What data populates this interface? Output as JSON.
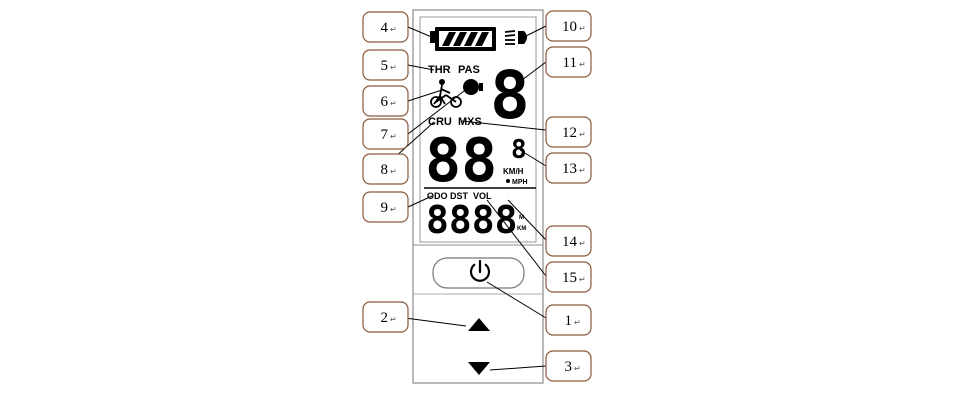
{
  "lcd": {
    "mode_left": "THR",
    "mode_right": "PAS",
    "assist_level": "8",
    "cruise": "CRU",
    "max_speed": "MXS",
    "speed": "88",
    "speed_small": "8",
    "unit_kmh": "KM/H",
    "unit_mph": "MPH",
    "odo": "ODO",
    "dst": "DST",
    "vol": "VOL",
    "distance": "8888",
    "unit_m": "M",
    "unit_km": "KM"
  },
  "callouts": [
    {
      "number": "1",
      "mark": "↵"
    },
    {
      "number": "2",
      "mark": "↵"
    },
    {
      "number": "3",
      "mark": "↵"
    },
    {
      "number": "4",
      "mark": "↵"
    },
    {
      "number": "5",
      "mark": "↵"
    },
    {
      "number": "6",
      "mark": "↵"
    },
    {
      "number": "7",
      "mark": "↵"
    },
    {
      "number": "8",
      "mark": "↵"
    },
    {
      "number": "9",
      "mark": "↵"
    },
    {
      "number": "10",
      "mark": "↵"
    },
    {
      "number": "11",
      "mark": "↵"
    },
    {
      "number": "12",
      "mark": "↵"
    },
    {
      "number": "13",
      "mark": "↵"
    },
    {
      "number": "14",
      "mark": "↵"
    },
    {
      "number": "15",
      "mark": "↵"
    }
  ],
  "icons": {
    "battery": "battery-icon",
    "headlight": "headlight-icon",
    "walk_assist": "walk-assist-icon",
    "motor": "motor-icon",
    "power": "power-icon",
    "up": "up-arrow-icon",
    "down": "down-arrow-icon"
  }
}
